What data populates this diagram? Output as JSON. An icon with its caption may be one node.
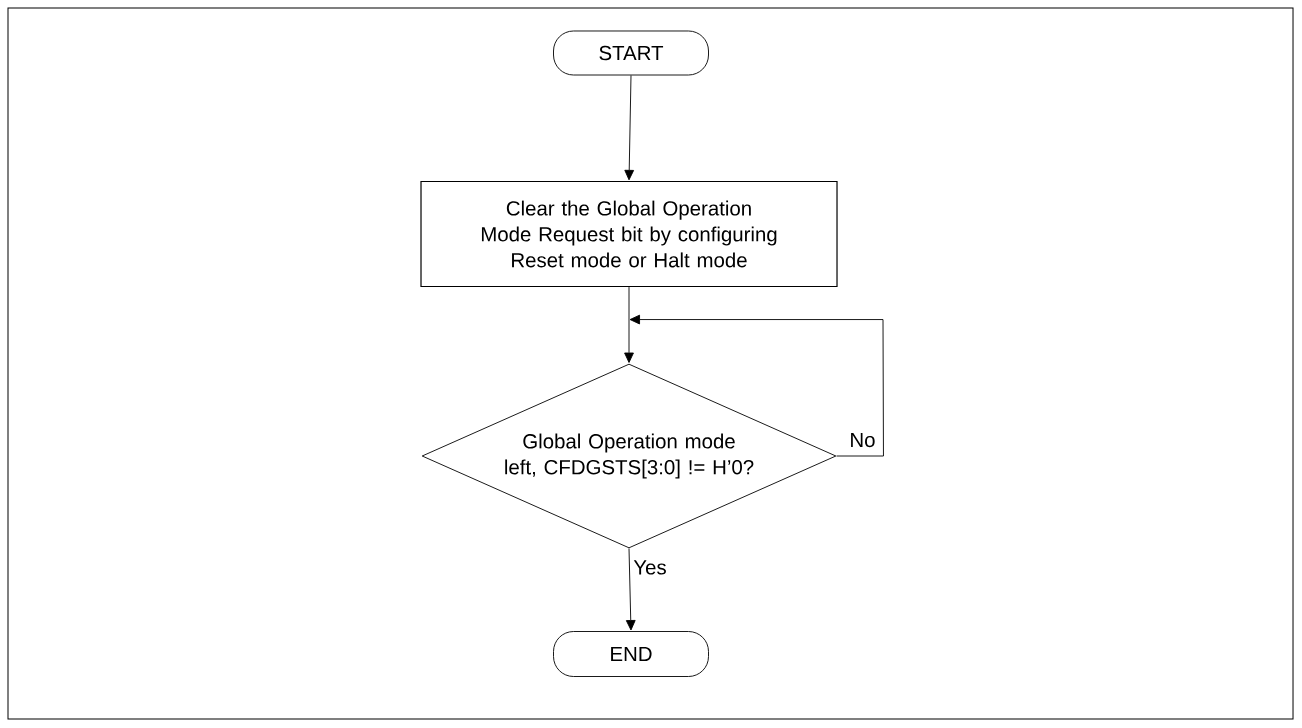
{
  "diagram": {
    "nodes": [
      {
        "text": [
          "START"
        ]
      },
      {
        "text": [
          "Clear the Global Operation Mode Request bit by configuring Reset mode or Halt mode"
        ]
      },
      {
        "text": [
          "Global Operation mode left, CFDGSTS[3:0] != H’0?"
        ]
      },
      {
        "text": [
          "END"
        ]
      }
    ],
    "edges": [
      {
        "from": 0,
        "to": 1,
        "arrow": "to"
      },
      {
        "from": 1,
        "to": 2,
        "arrow": "to"
      },
      {
        "from": 2,
        "to": null,
        "arrow": "to",
        "label": "No"
      },
      {
        "from": 2,
        "to": 3,
        "arrow": "to",
        "label": "Yes"
      }
    ]
  }
}
